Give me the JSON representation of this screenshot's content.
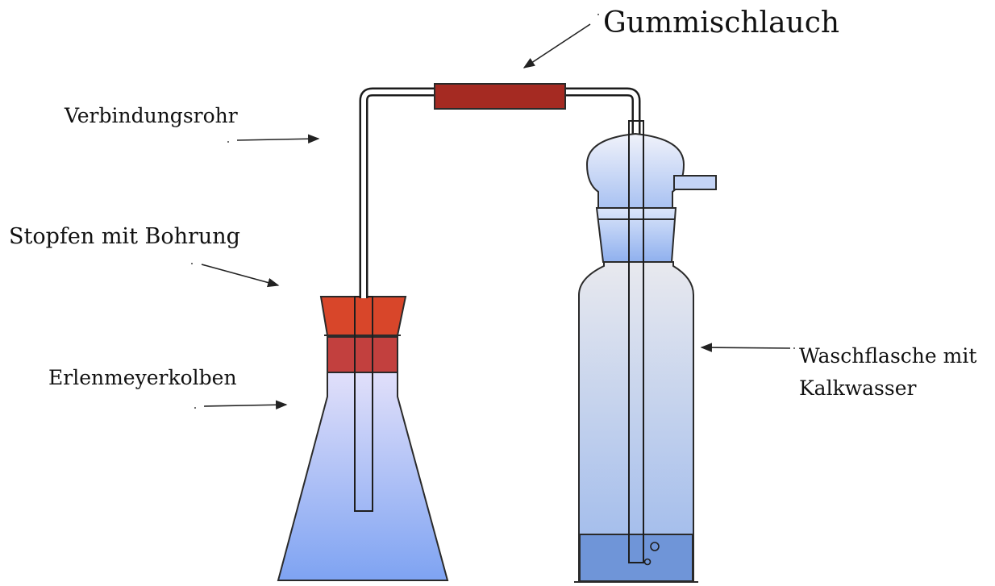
{
  "labels": {
    "hose": "Gummischlauch",
    "tube": "Verbindungsrohr",
    "stopper": "Stopfen mit Bohrung",
    "flask": "Erlenmeyerkolben",
    "bottle_line1": "Waschflasche mit",
    "bottle_line2": "Kalkwasser"
  },
  "colors": {
    "hose": "#a52a22",
    "stopper_top": "#d8462a",
    "stopper_bottom": "#c2403e",
    "liquid_light": "#dcdcf8",
    "liquid_dark": "#7da2f0",
    "bottle_light": "#e6e8ee",
    "bottle_dark": "#9ab6ec",
    "water": "#6f95d8"
  }
}
